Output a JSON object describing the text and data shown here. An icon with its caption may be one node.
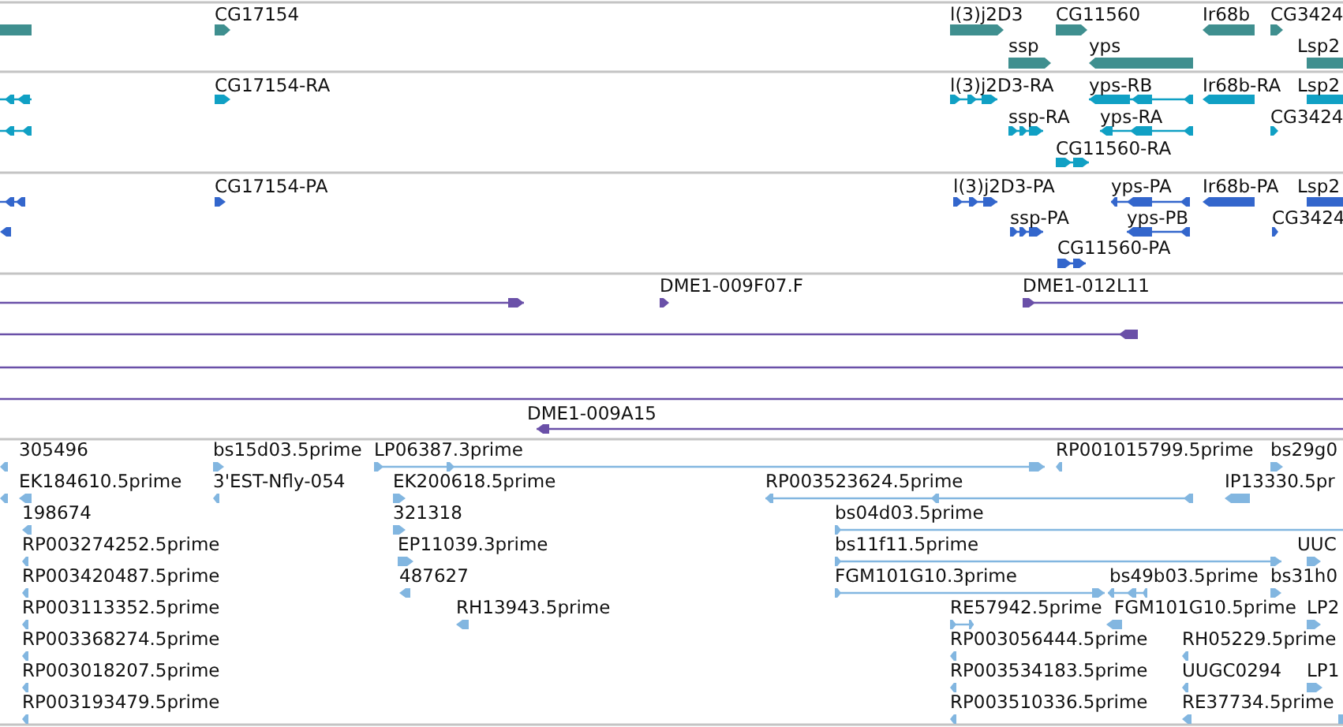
{
  "diagram": {
    "labels": [
      "CG17154",
      "l(3)j2D3",
      "CG11560",
      "Ir68b",
      "CG3424",
      "ssp",
      "yps",
      "Lsp2",
      "CG17154-RA",
      "l(3)j2D3-RA",
      "yps-RB",
      "Ir68b-RA",
      "Lsp2",
      "ssp-RA",
      "yps-RA",
      "CG3424",
      "CG11560-RA",
      "CG17154-PA",
      "l(3)j2D3-PA",
      "yps-PA",
      "Ir68b-PA",
      "Lsp2",
      "ssp-PA",
      "yps-PB",
      "CG3424",
      "CG11560-PA",
      "DME1-009F07.F",
      "DME1-012L11",
      "DME1-009A15",
      "305496",
      "bs15d03.5prime",
      "LP06387.3prime",
      "RP001015799.5prime",
      "bs29g0",
      "EK184610.5prime",
      "3'EST-Nfly-054",
      "EK200618.5prime",
      "RP003523624.5prime",
      "IP13330.5pr",
      "198674",
      "321318",
      "bs04d03.5prime",
      "RP003274252.5prime",
      "EP11039.3prime",
      "bs11f11.5prime",
      "UUC",
      "RP003420487.5prime",
      "487627",
      "FGM101G10.3prime",
      "bs49b03.5prime",
      "bs31h0",
      "RP003113352.5prime",
      "RH13943.5prime",
      "RE57942.5prime",
      "FGM101G10.5prime",
      "LP2",
      "RP003368274.5prime",
      "RP003056444.5prime",
      "RH05229.5prime",
      "RP003018207.5prime",
      "RP003534183.5prime",
      "UUGC0294",
      "LP1",
      "RP003193479.5prime",
      "RP003510336.5prime",
      "RE37734.5prime"
    ]
  }
}
